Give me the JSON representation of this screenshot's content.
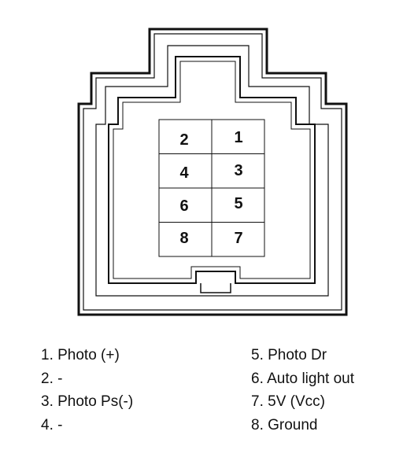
{
  "connector": {
    "pins": [
      {
        "id": "pin-2",
        "label": "2"
      },
      {
        "id": "pin-1",
        "label": "1"
      },
      {
        "id": "pin-4",
        "label": "4"
      },
      {
        "id": "pin-3",
        "label": "3"
      },
      {
        "id": "pin-6",
        "label": "6"
      },
      {
        "id": "pin-5",
        "label": "5"
      },
      {
        "id": "pin-8",
        "label": "8"
      },
      {
        "id": "pin-7",
        "label": "7"
      }
    ]
  },
  "legend": {
    "left": [
      "1. Photo (+)",
      "2. -",
      "3. Photo Ps(-)",
      "4. -"
    ],
    "right": [
      "5. Photo Dr",
      "6. Auto light out",
      "7. 5V (Vcc)",
      "8. Ground"
    ]
  }
}
